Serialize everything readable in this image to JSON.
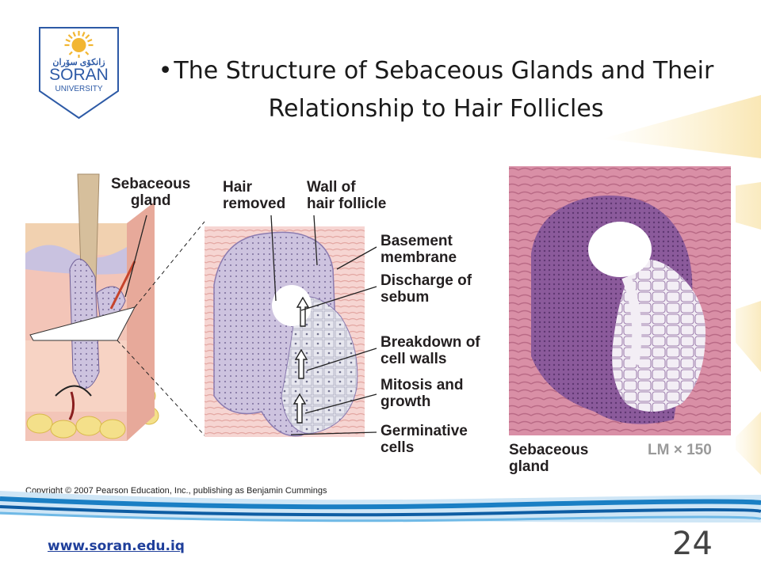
{
  "logo": {
    "arabic_name": "زانكۆی سۆران",
    "name": "SORAN",
    "subtitle": "UNIVERSITY"
  },
  "slide": {
    "bullet": "•",
    "title": "The Structure of Sebaceous Glands and Their Relationship to Hair Follicles"
  },
  "figure": {
    "labels": {
      "sebaceous_gland": "Sebaceous\ngland",
      "hair_removed": "Hair\nremoved",
      "wall_follicle": "Wall of\nhair follicle",
      "basement_membrane": "Basement\nmembrane",
      "discharge_sebum": "Discharge of\nsebum",
      "breakdown_walls": "Breakdown of\ncell walls",
      "mitosis_growth": "Mitosis and\ngrowth",
      "germinative_cells": "Germinative\ncells",
      "micrograph_caption": "Sebaceous\ngland",
      "magnification": "LM × 150"
    },
    "copyright": "Copyright © 2007 Pearson Education, Inc., publishing as Benjamin Cummings"
  },
  "footer": {
    "website": "www.soran.edu.iq",
    "page_number": "24"
  },
  "colors": {
    "brand_blue": "#2d5aa6",
    "accent_gold": "#f2c14e",
    "wave_blue": "#1a7fc4"
  }
}
